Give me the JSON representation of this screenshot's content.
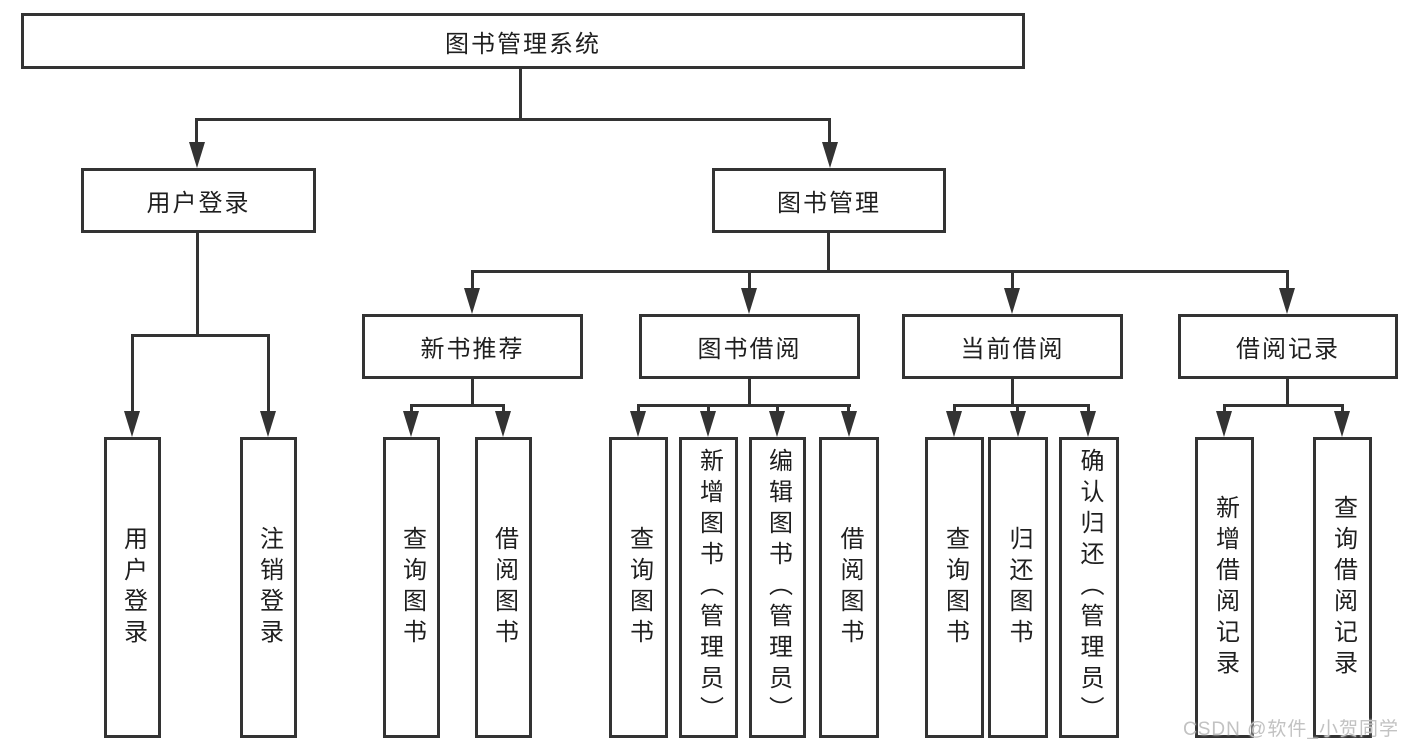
{
  "diagram": {
    "title": "图书管理系统",
    "colors": {
      "line": "#333333",
      "text": "#1f1f1f",
      "background": "#ffffff",
      "watermark": "#c2c2c2"
    },
    "tree": {
      "label": "图书管理系统",
      "children": [
        {
          "label": "用户登录",
          "children": [
            {
              "label": "用户登录"
            },
            {
              "label": "注销登录"
            }
          ]
        },
        {
          "label": "图书管理",
          "children": [
            {
              "label": "新书推荐",
              "children": [
                {
                  "label": "查询图书"
                },
                {
                  "label": "借阅图书"
                }
              ]
            },
            {
              "label": "图书借阅",
              "children": [
                {
                  "label": "查询图书"
                },
                {
                  "label": "新增图书（管理员）"
                },
                {
                  "label": "编辑图书（管理员）"
                },
                {
                  "label": "借阅图书"
                }
              ]
            },
            {
              "label": "当前借阅",
              "children": [
                {
                  "label": "查询图书"
                },
                {
                  "label": "归还图书"
                },
                {
                  "label": "确认归还（管理员）"
                }
              ]
            },
            {
              "label": "借阅记录",
              "children": [
                {
                  "label": "新增借阅记录"
                },
                {
                  "label": "查询借阅记录"
                }
              ]
            }
          ]
        }
      ]
    },
    "watermark": "CSDN @软件_小贺同学"
  }
}
